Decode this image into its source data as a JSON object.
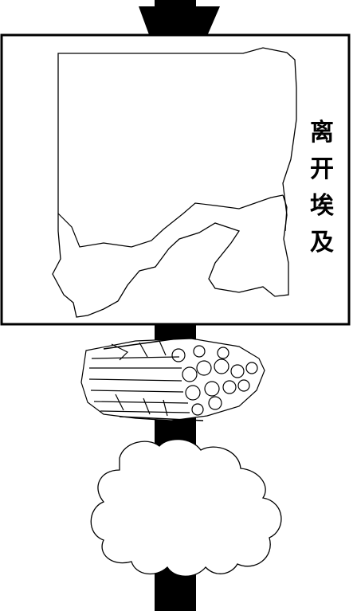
{
  "title_chars": [
    "离",
    "开",
    "埃",
    "及"
  ],
  "colors": {
    "ink": "#000000",
    "paper": "#ffffff"
  }
}
